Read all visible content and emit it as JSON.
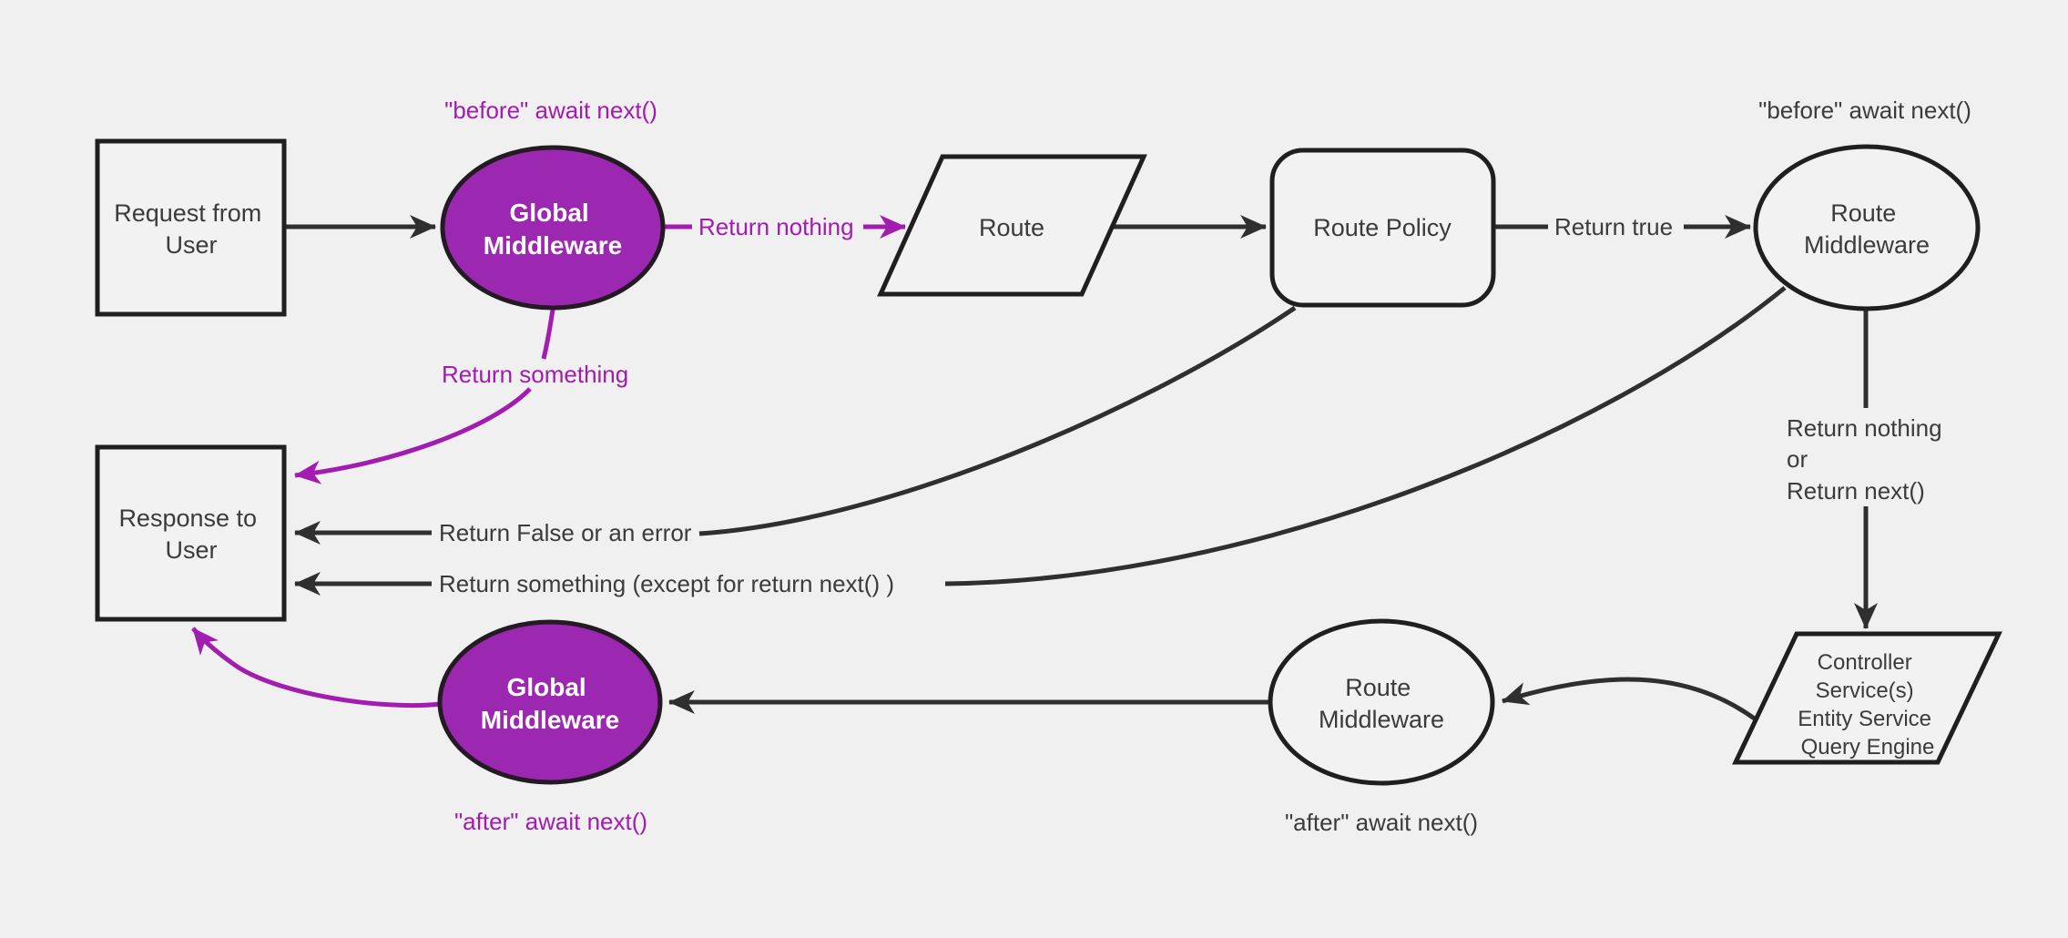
{
  "colors": {
    "background": "#f0f0f0",
    "purple_fill": "#9C27B0",
    "purple_accent": "#A21CAF",
    "dark_line": "#2f2f2f",
    "dark_text": "#3b3b3b",
    "light_text": "#ffffff"
  },
  "nodes": {
    "request": {
      "line1": "Request from",
      "line2": "User"
    },
    "global_mw_top": {
      "line1": "Global",
      "line2": "Middleware"
    },
    "route": {
      "label": "Route"
    },
    "route_policy": {
      "label": "Route Policy"
    },
    "route_mw_top": {
      "line1": "Route",
      "line2": "Middleware"
    },
    "controller": {
      "line1": "Controller",
      "line2": "Service(s)",
      "line3": "Entity Service",
      "line4": "Query Engine"
    },
    "route_mw_bottom": {
      "line1": "Route",
      "line2": "Middleware"
    },
    "global_mw_bottom": {
      "line1": "Global",
      "line2": "Middleware"
    },
    "response": {
      "line1": "Response to",
      "line2": "User"
    }
  },
  "labels": {
    "before_await_left": "\"before\" await next()",
    "before_await_right": "\"before\" await next()",
    "return_nothing": "Return nothing",
    "return_true": "Return true",
    "return_something": "Return something",
    "return_nothing_or_line1": "Return nothing",
    "return_nothing_or_line2": "or",
    "return_nothing_or_line3": "Return next()",
    "return_false_or_error": "Return False or an error",
    "return_something_except": "Return something (except for return next() )",
    "after_await_mid": "\"after\" await next()",
    "after_await_left": "\"after\" await next()"
  }
}
